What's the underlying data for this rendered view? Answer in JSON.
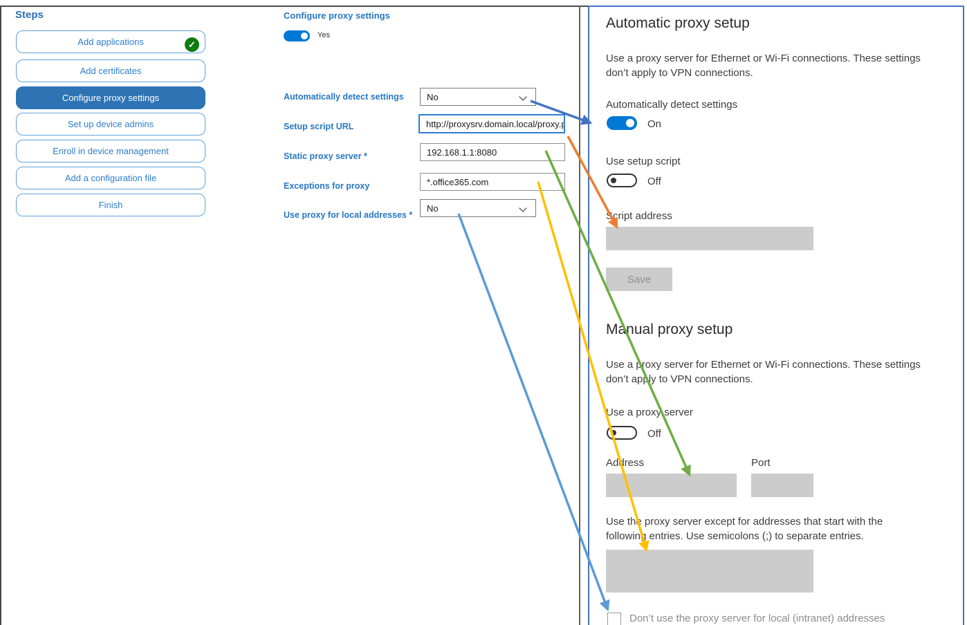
{
  "sidebar": {
    "title": "Steps",
    "check_icon": "✓",
    "items": [
      {
        "label": "Add applications",
        "status": "completed"
      },
      {
        "label": "Add certificates",
        "status": "pending"
      },
      {
        "label": "Configure proxy settings",
        "status": "selected"
      },
      {
        "label": "Set up device admins",
        "status": "pending"
      },
      {
        "label": "Enroll in device management",
        "status": "pending"
      },
      {
        "label": "Add a configuration file",
        "status": "pending"
      },
      {
        "label": "Finish",
        "status": "pending"
      }
    ]
  },
  "form": {
    "title": "Configure proxy settings",
    "enabled_toggle": {
      "value": "Yes",
      "state": "on"
    },
    "fields": [
      {
        "label": "Automatically detect settings",
        "type": "dropdown",
        "value": "No"
      },
      {
        "label": "Setup script URL",
        "type": "text",
        "value": "http://proxysrv.domain.local/proxy.pa",
        "focused": true
      },
      {
        "label": "Static proxy server *",
        "type": "text",
        "value": "192.168.1.1:8080"
      },
      {
        "label": "Exceptions for proxy",
        "type": "text",
        "value": "*.office365.com"
      },
      {
        "label": "Use proxy for local addresses *",
        "type": "dropdown",
        "value": "No"
      }
    ]
  },
  "settings_panel": {
    "automatic": {
      "heading": "Automatic proxy setup",
      "description_lines": [
        "Use a proxy server for Ethernet or Wi-Fi connections. These settings",
        "don’t apply to VPN connections."
      ],
      "auto_detect": {
        "label": "Automatically detect settings",
        "state": "On"
      },
      "setup_script": {
        "label": "Use setup script",
        "state": "Off"
      },
      "script_address_label": "Script address",
      "save_button": "Save"
    },
    "manual": {
      "heading": "Manual proxy setup",
      "description_lines": [
        "Use a proxy server for Ethernet or Wi-Fi connections. These settings",
        "don’t apply to VPN connections."
      ],
      "proxy_server": {
        "label": "Use a proxy server",
        "state": "Off"
      },
      "address_label": "Address",
      "port_label": "Port",
      "exceptions_hint_lines": [
        "Use the proxy server except for addresses that start with the",
        "following entries. Use semicolons (;) to separate entries."
      ],
      "local_checkbox_label": "Don’t use the proxy server for local (intranet) addresses",
      "local_checkbox_checked": false
    }
  },
  "arrows": [
    {
      "name": "auto-detect-mapping",
      "color": "#4472C4"
    },
    {
      "name": "setup-script-mapping",
      "color": "#ED7D31"
    },
    {
      "name": "static-proxy-mapping",
      "color": "#70AD47"
    },
    {
      "name": "exceptions-mapping",
      "color": "#FFC000"
    },
    {
      "name": "local-addresses-mapping",
      "color": "#5B9BD5"
    }
  ],
  "colors": {
    "accent": "#0078D7",
    "step-selected": "#2E74B5",
    "panel-border": "#4472C4",
    "gray-fill": "#CCCCCC",
    "check-green": "#0E7C0E"
  }
}
